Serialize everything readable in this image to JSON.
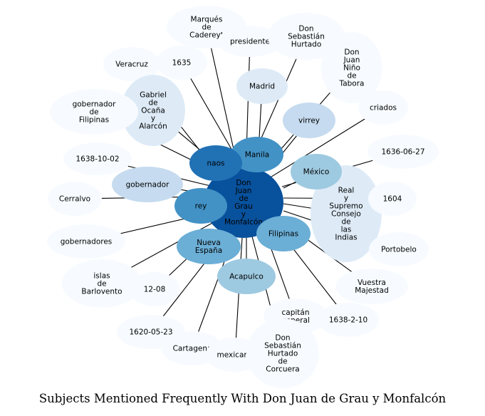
{
  "title": "Subjects Mentioned Frequently With Don Juan de Grau y Monfalcón",
  "center": {
    "label": "Don Juan de Grau y Monfalcón",
    "color": "#08519c"
  },
  "nodes": [
    {
      "id": "marques",
      "label": "Marqués de Cadereyt",
      "color": "#f7fbff"
    },
    {
      "id": "presidente",
      "label": "presidente",
      "color": "#f7fbff"
    },
    {
      "id": "sebastian_hurtado",
      "label": "Don Sebastián Hurtado",
      "color": "#f7fbff"
    },
    {
      "id": "juan_nino",
      "label": "Don Juan Niño de Tabora",
      "color": "#f7fbff"
    },
    {
      "id": "veracruz",
      "label": "Veracruz",
      "color": "#f7fbff"
    },
    {
      "id": "y1635",
      "label": "1635",
      "color": "#f7fbff"
    },
    {
      "id": "madrid",
      "label": "Madrid",
      "color": "#deebf7"
    },
    {
      "id": "gabriel",
      "label": "Gabriel de Ocaña y Alarcón",
      "color": "#deebf7"
    },
    {
      "id": "criados",
      "label": "criados",
      "color": "#f7fbff"
    },
    {
      "id": "gob_filipinas",
      "label": "gobernador de Filipinas",
      "color": "#f7fbff"
    },
    {
      "id": "virrey",
      "label": "virrey",
      "color": "#c6dbef"
    },
    {
      "id": "manila",
      "label": "Manila",
      "color": "#4292c6"
    },
    {
      "id": "naos",
      "label": "naos",
      "color": "#2171b5"
    },
    {
      "id": "d1638_10_02",
      "label": "1638-10-02",
      "color": "#f7fbff"
    },
    {
      "id": "d1636_06_27",
      "label": "1636-06-27",
      "color": "#f7fbff"
    },
    {
      "id": "mexico",
      "label": "México",
      "color": "#9ecae1"
    },
    {
      "id": "gobernador",
      "label": "gobernador",
      "color": "#c6dbef"
    },
    {
      "id": "real_consejo",
      "label": "Real y Supremo Consejo de las Indias",
      "color": "#deebf7"
    },
    {
      "id": "cerralvo",
      "label": "Cerralvo",
      "color": "#f7fbff"
    },
    {
      "id": "rey",
      "label": "rey",
      "color": "#4292c6"
    },
    {
      "id": "y1604",
      "label": "1604",
      "color": "#f7fbff"
    },
    {
      "id": "filipinas",
      "label": "Filipinas",
      "color": "#6baed6"
    },
    {
      "id": "gobernadores",
      "label": "gobernadores",
      "color": "#f7fbff"
    },
    {
      "id": "portobelo",
      "label": "Portobelo",
      "color": "#f7fbff"
    },
    {
      "id": "nueva_espana",
      "label": "Nueva España",
      "color": "#6baed6"
    },
    {
      "id": "islas_barlovento",
      "label": "islas de Barlovento",
      "color": "#f7fbff"
    },
    {
      "id": "acapulco",
      "label": "Acapulco",
      "color": "#9ecae1"
    },
    {
      "id": "vuestra_majestad",
      "label": "Vuestra Majestad",
      "color": "#f7fbff"
    },
    {
      "id": "d12_08",
      "label": "12-08",
      "color": "#f7fbff"
    },
    {
      "id": "capitan_general",
      "label": "capitán general",
      "color": "#f7fbff"
    },
    {
      "id": "d1638_2_10",
      "label": "1638-2-10",
      "color": "#f7fbff"
    },
    {
      "id": "d1620_05_23",
      "label": "1620-05-23",
      "color": "#f7fbff"
    },
    {
      "id": "cartagena",
      "label": "Cartagena",
      "color": "#f7fbff"
    },
    {
      "id": "mexicano",
      "label": "mexicano",
      "color": "#f7fbff"
    },
    {
      "id": "sebastian_corcuera",
      "label": "Don Sebastián Hurtado de Corcuera",
      "color": "#f7fbff"
    }
  ]
}
